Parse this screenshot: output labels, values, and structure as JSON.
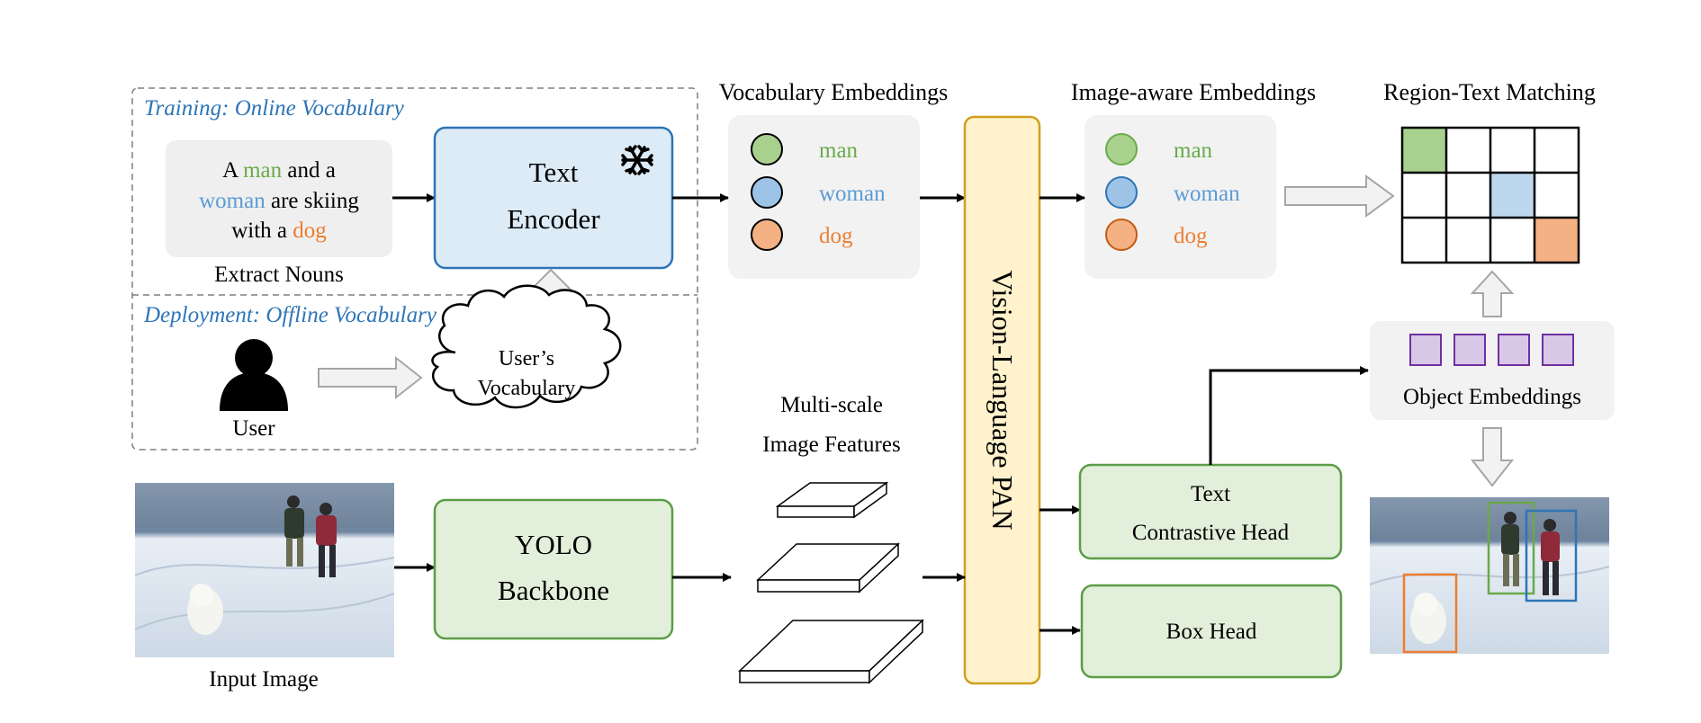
{
  "training": {
    "title": "Training: Online Vocabulary",
    "sentence": {
      "line1_pre": "A ",
      "line1_noun": "man",
      "line1_post": " and a",
      "line2_noun": "woman",
      "line2_post": " are skiing",
      "line3_pre": "with a ",
      "line3_noun": "dog"
    },
    "extract_label": "Extract Nouns",
    "text_encoder": {
      "line1": "Text",
      "line2": "Encoder",
      "icon": "snowflake-icon"
    }
  },
  "deployment": {
    "title": "Deployment: Offline Vocabulary",
    "user_label": "User",
    "cloud": {
      "line1": "User’s",
      "line2": "Vocabulary"
    }
  },
  "vocab_embeddings": {
    "title": "Vocabulary Embeddings",
    "items": [
      "man",
      "woman",
      "dog"
    ]
  },
  "image_embeddings": {
    "title": "Image-aware Embeddings",
    "items": [
      "man",
      "woman",
      "dog"
    ]
  },
  "matching": {
    "title": "Region-Text Matching"
  },
  "pan": {
    "label": "Vision-Language PAN"
  },
  "features": {
    "line1": "Multi-scale",
    "line2": "Image Features"
  },
  "backbone": {
    "line1": "YOLO",
    "line2": "Backbone"
  },
  "input_image": {
    "label": "Input Image"
  },
  "contrastive_head": {
    "line1": "Text",
    "line2": "Contrastive Head"
  },
  "box_head": {
    "label": "Box Head"
  },
  "object_embeddings": {
    "label": "Object Embeddings"
  },
  "colors": {
    "man": "#6aaa4a",
    "woman": "#5b9bd5",
    "dog": "#ed7d31",
    "section_title": "#2e75b6",
    "green_fill": "#e2efda",
    "green_stroke": "#5a9e46",
    "blue_fill": "#ddebf7",
    "blue_stroke": "#2e75b6",
    "pan_fill": "#fff2cc",
    "pan_stroke": "#d0a020",
    "purple": "#7030a0"
  }
}
